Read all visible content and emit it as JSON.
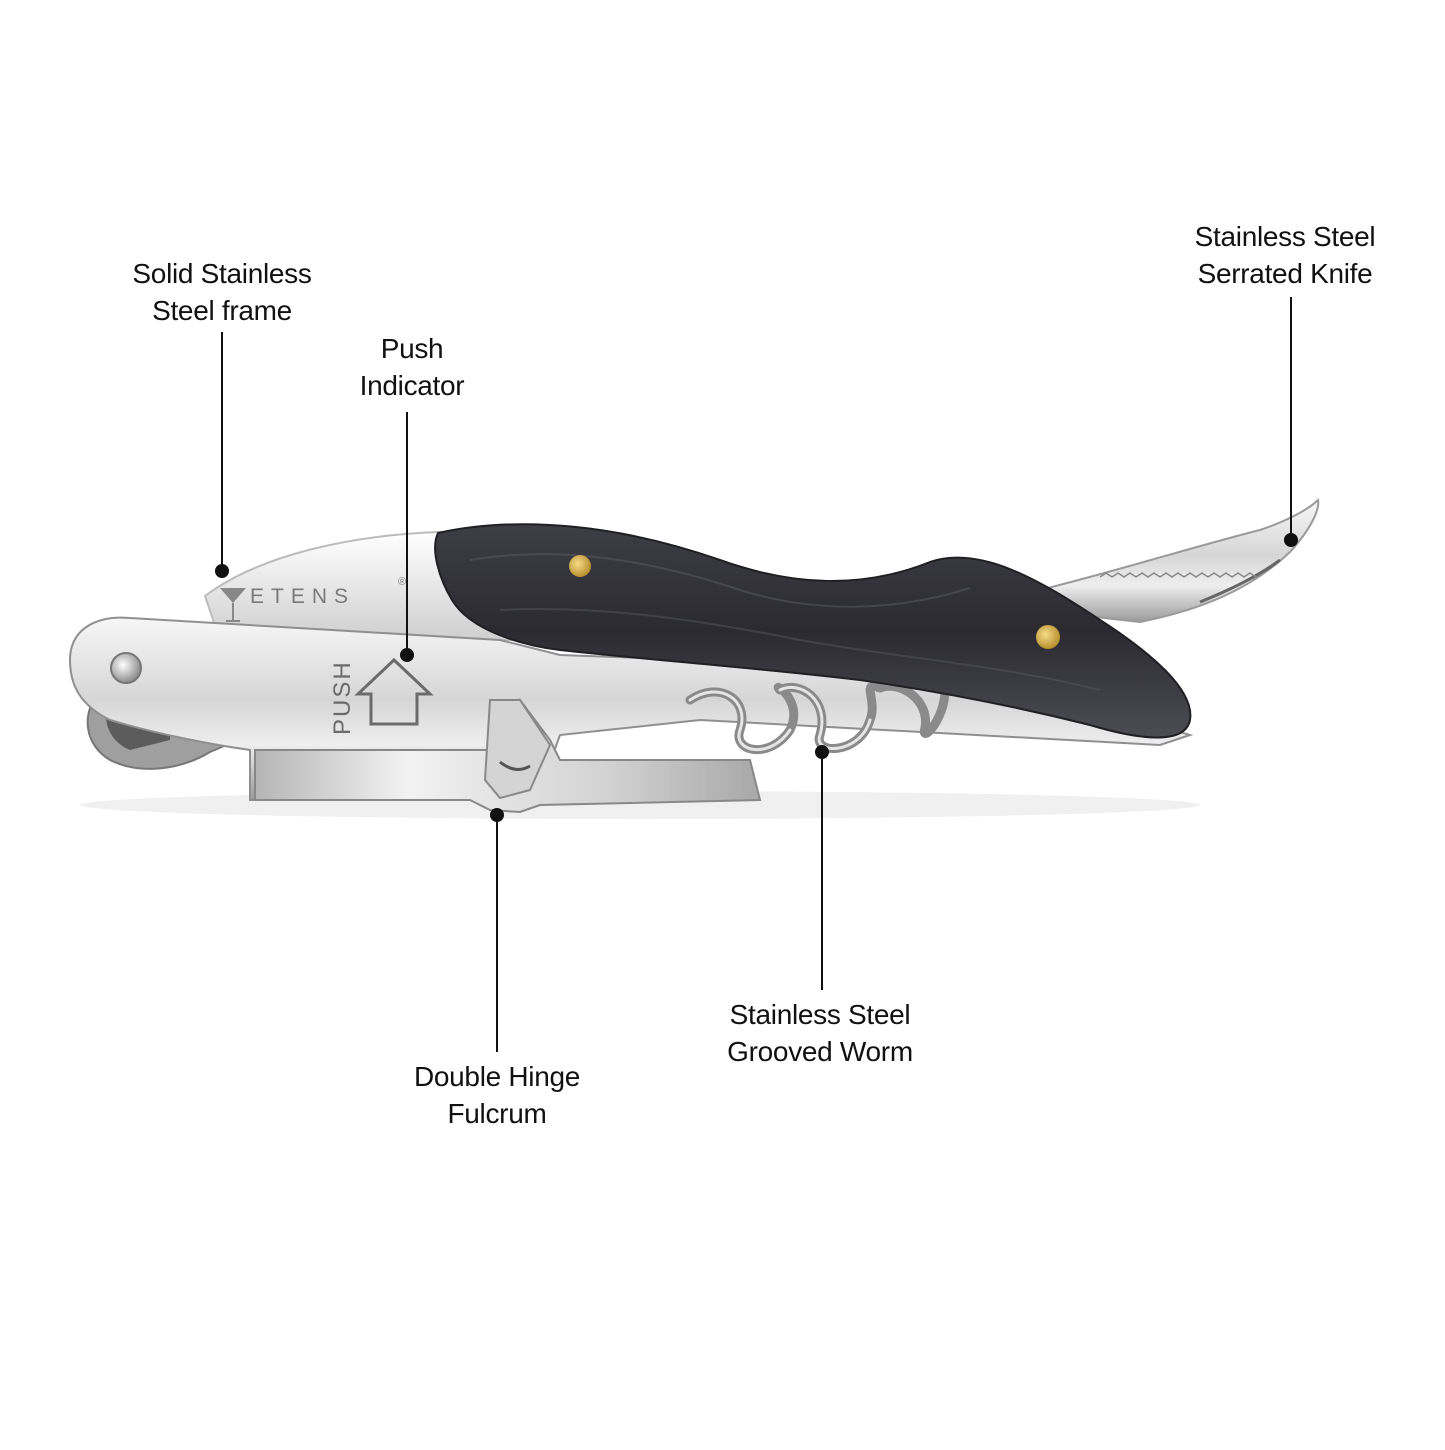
{
  "image": {
    "subject": "Waiter's corkscrew with dark wood handle",
    "background_color": "#ffffff"
  },
  "product": {
    "brand_logo_text": "ETENS",
    "registered_mark": "®",
    "push_marking": "PUSH"
  },
  "callouts": [
    {
      "id": "frame",
      "lines": [
        "Solid Stainless",
        "Steel frame"
      ]
    },
    {
      "id": "push",
      "lines": [
        "Push",
        "Indicator"
      ]
    },
    {
      "id": "knife",
      "lines": [
        "Stainless Steel",
        "Serrated Knife"
      ]
    },
    {
      "id": "worm",
      "lines": [
        "Stainless Steel",
        "Grooved Worm"
      ]
    },
    {
      "id": "hinge",
      "lines": [
        "Double Hinge",
        "Fulcrum"
      ]
    }
  ],
  "colors": {
    "steel_light": "#eeeeee",
    "steel_mid": "#c4c4c4",
    "steel_dark": "#8a8a8a",
    "wood_dark": "#2f2f34",
    "wood_mid": "#4a4a52",
    "rivet_brass": "#d9b24a",
    "leader_line": "#111111"
  }
}
